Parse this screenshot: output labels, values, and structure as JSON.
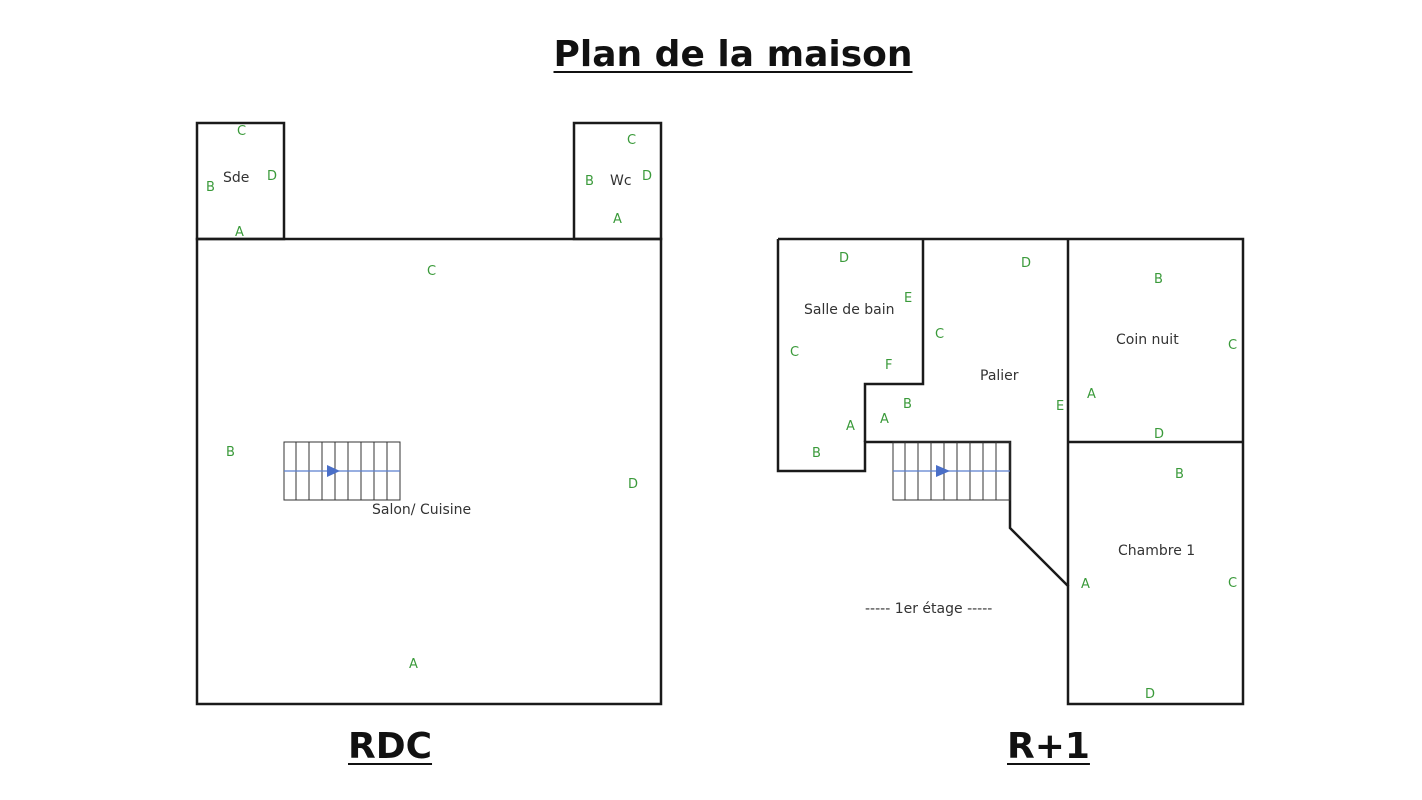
{
  "title": "Plan de la maison",
  "floors": {
    "rdc": {
      "label": "RDC",
      "rooms": {
        "sde": "Sde",
        "wc": "Wc",
        "salon": "Salon/ Cuisine"
      }
    },
    "r1": {
      "label": "R+1",
      "rooms": {
        "sdb": "Salle de bain",
        "palier": "Palier",
        "coin_nuit": "Coin nuit",
        "chambre1": "Chambre 1"
      },
      "caption": "-----  1er étage  -----"
    }
  },
  "wall_letters": {
    "a": "A",
    "b": "B",
    "c": "C",
    "d": "D",
    "e": "E",
    "f": "F"
  }
}
